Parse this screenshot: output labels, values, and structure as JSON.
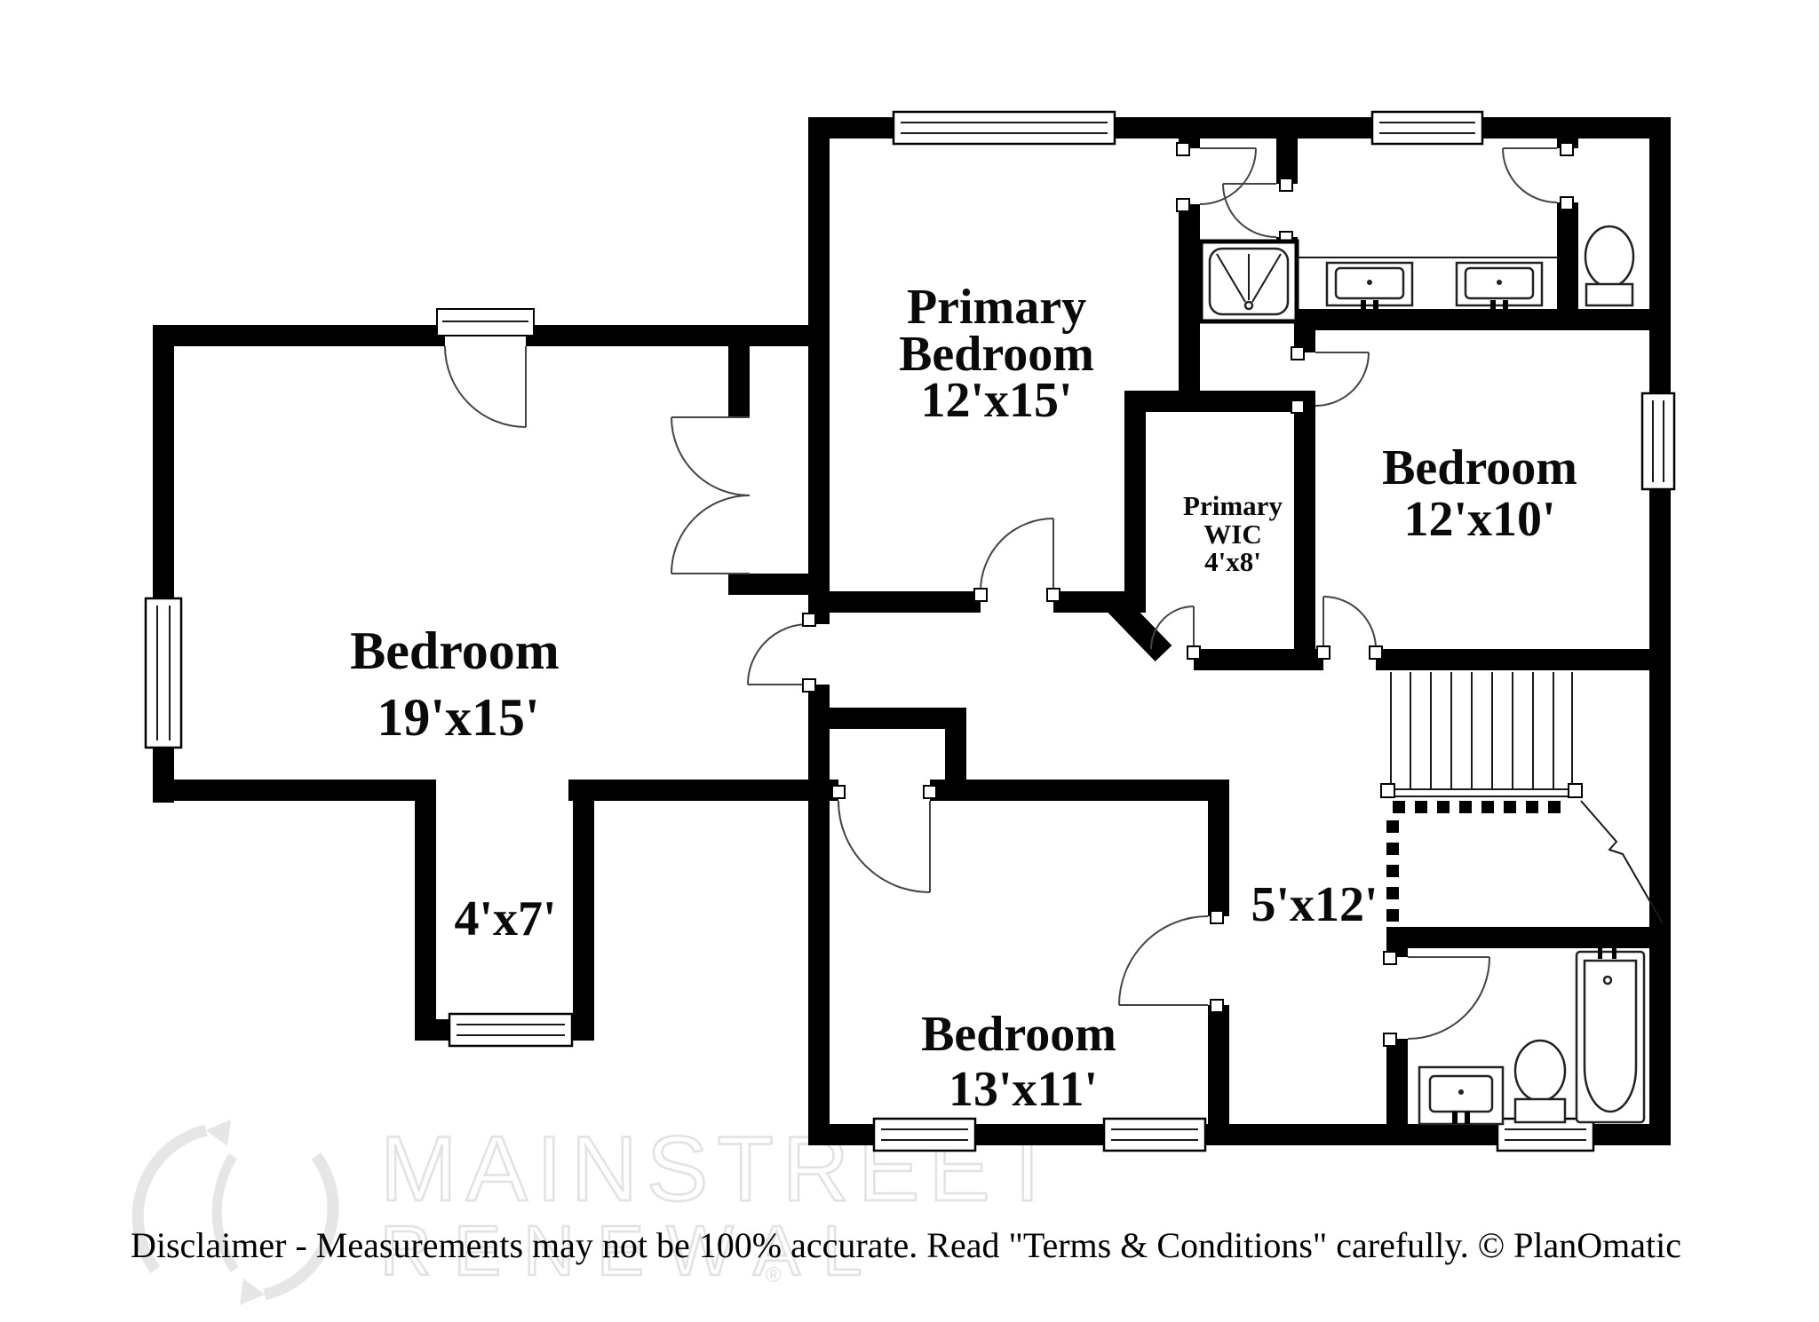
{
  "plan": {
    "rooms": {
      "bedroom_19x15": {
        "name": "Bedroom",
        "dims": "19'x15'"
      },
      "primary_bedroom": {
        "line1": "Primary",
        "line2": "Bedroom",
        "dims": "12'x15'"
      },
      "bedroom_12x10": {
        "name": "Bedroom",
        "dims": "12'x10'"
      },
      "primary_wic": {
        "line1": "Primary",
        "line2": "WIC",
        "dims": "4'x8'"
      },
      "bedroom_13x11": {
        "name": "Bedroom",
        "dims": "13'x11'"
      },
      "hall": {
        "dims": "5'x12'"
      },
      "nook": {
        "dims": "4'x7'"
      }
    }
  },
  "watermark": {
    "brand_line1": "MAINSTREET",
    "brand_line2": "RENEWAL",
    "registered_mark": "®"
  },
  "footer": {
    "disclaimer": "Disclaimer - Measurements may not be 100% accurate. Read \"Terms & Conditions\" carefully. © PlanOmatic"
  },
  "colors": {
    "wall": "#000000",
    "background": "#ffffff",
    "watermark": "#e2e2e2"
  }
}
